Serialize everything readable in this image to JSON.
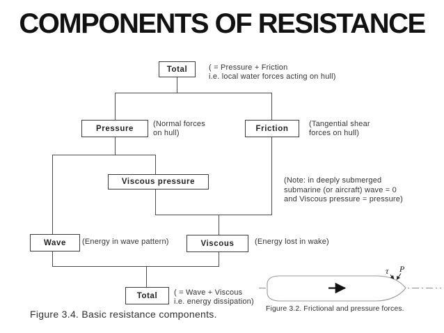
{
  "title": "COMPONENTS OF RESISTANCE",
  "colors": {
    "text": "#2b2b2b",
    "line": "#4a4a4a",
    "box_border": "#3a3a3a",
    "hull_outline": "#999999",
    "background": "#ffffff"
  },
  "flowchart": {
    "caption": "Figure 3.4. Basic resistance components.",
    "nodes": {
      "total_top": {
        "label": "Total",
        "note1": "( = Pressure + Friction",
        "note2": "i.e. local water forces acting on hull)"
      },
      "pressure": {
        "label": "Pressure",
        "note1": "(Normal forces",
        "note2": "on hull)"
      },
      "friction": {
        "label": "Friction",
        "note1": "(Tangential shear",
        "note2": "forces on hull)"
      },
      "viscous_pressure": {
        "label": "Viscous pressure"
      },
      "wave": {
        "label": "Wave",
        "note1": "(Energy in wave pattern)"
      },
      "viscous": {
        "label": "Viscous",
        "note1": "(Energy lost in wake)"
      },
      "total_bottom": {
        "label": "Total",
        "note1": "( = Wave + Viscous",
        "note2": "i.e. energy dissipation)"
      }
    },
    "side_note": {
      "line1": "(Note: in deeply submerged",
      "line2": "submarine (or aircraft) wave = 0",
      "line3": "and Viscous pressure =  pressure)"
    }
  },
  "hull_figure": {
    "caption": "Figure 3.2. Frictional and pressure forces.",
    "tau_label": "τ",
    "p_label": "P"
  }
}
